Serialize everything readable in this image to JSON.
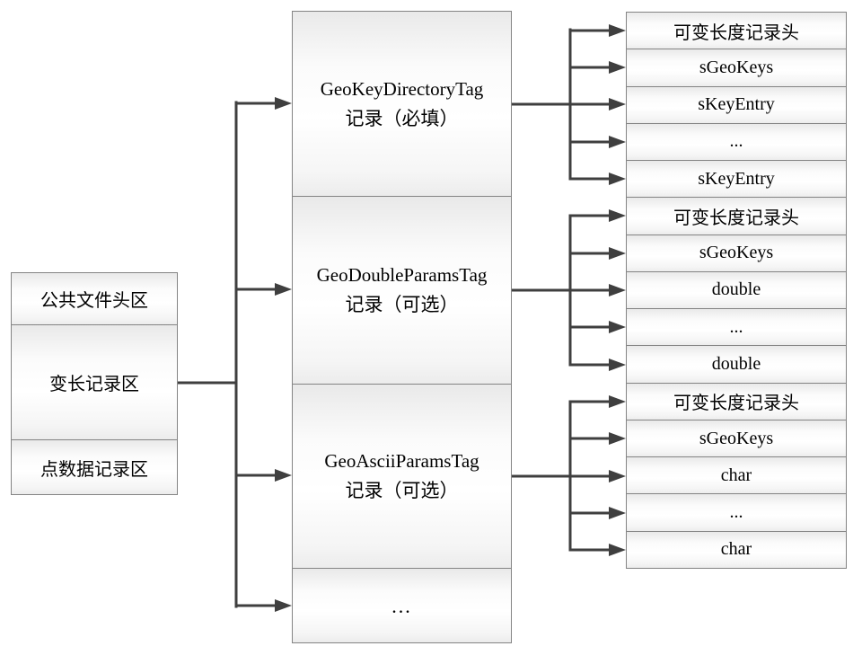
{
  "diagram": {
    "left_box": {
      "cells": [
        "公共文件头区",
        "变长记录区",
        "点数据记录区"
      ]
    },
    "middle_box": {
      "cells": [
        {
          "line1": "GeoKeyDirectoryTag",
          "line2": "记录（必填）"
        },
        {
          "line1": "GeoDoubleParamsTag",
          "line2": "记录（可选）"
        },
        {
          "line1": "GeoAsciiParamsTag",
          "line2": "记录（可选）"
        },
        {
          "line1": "..."
        }
      ]
    },
    "right_stack": {
      "rows": [
        "可变长度记录头",
        "sGeoKeys",
        "sKeyEntry",
        "...",
        "sKeyEntry",
        "可变长度记录头",
        "sGeoKeys",
        "double",
        "...",
        "double",
        "可变长度记录头",
        "sGeoKeys",
        "char",
        "...",
        "char"
      ]
    },
    "colors": {
      "line": "#3f3f3f",
      "border": "#848484"
    }
  }
}
